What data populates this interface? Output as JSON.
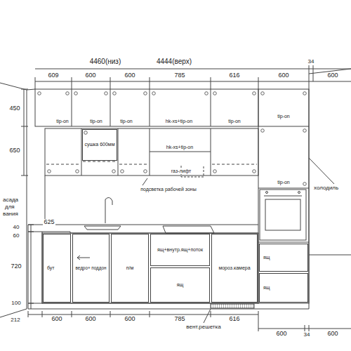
{
  "diagram": {
    "nodes": [
      {
        "text": [
          "сушка 600мм"
        ]
      },
      {
        "text": [
          "бут"
        ]
      },
      {
        "text": [
          "ведро+ поддон"
        ]
      },
      {
        "text": [
          "п/м"
        ]
      },
      {
        "text": [
          "ящ+внутр.ящ+поток"
        ]
      },
      {
        "text": [
          "ящ"
        ]
      },
      {
        "text": [
          "мороз.камера"
        ]
      },
      {
        "text": [
          "ящ"
        ]
      },
      {
        "text": [
          "ящ"
        ]
      }
    ],
    "labels": [
      "4460(низ)",
      "4444(верх)",
      "609",
      "600",
      "600",
      "785",
      "616",
      "600",
      "34",
      "600",
      "450",
      "650",
      "tip-on",
      "tip-on",
      "tip-on",
      "hk-xs+tip-on",
      "tip-on",
      "tip-on",
      "hk-xs+tip-on",
      "газ-лифт",
      "tip-on",
      "подсветка рабочей зоны",
      "холодиль",
      "асада",
      "для",
      "вания",
      "625",
      "40",
      "60",
      "720",
      "100",
      "212",
      "600",
      "600",
      "600",
      "785",
      "616",
      "вент.решетка",
      "600",
      "34",
      "600"
    ]
  }
}
